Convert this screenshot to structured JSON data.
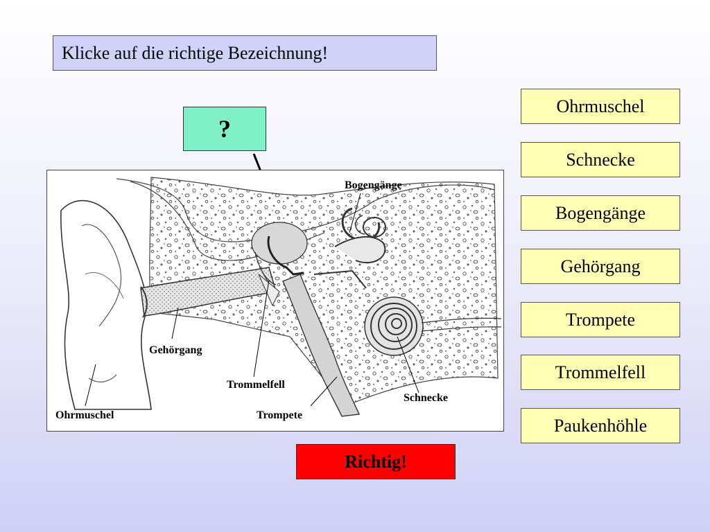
{
  "instruction": "Klicke auf die richtige Bezeichnung!",
  "question_mark": "?",
  "diagram_labels": {
    "bogengaenge": "Bogengänge",
    "gehoergang": "Gehörgang",
    "trommelfell": "Trommelfell",
    "schnecke": "Schnecke",
    "trompete": "Trompete",
    "ohrmuschel": "Ohrmuschel"
  },
  "options": [
    "Ohrmuschel",
    "Schnecke",
    "Bogengänge",
    "Gehörgang",
    "Trompete",
    "Trommelfell",
    "Paukenhöhle"
  ],
  "feedback": "Richtig!",
  "colors": {
    "instruction_bg": "#d2d2f8",
    "question_bg": "#80f0c8",
    "option_bg": "#ffffb4",
    "feedback_bg": "#ff0000"
  }
}
